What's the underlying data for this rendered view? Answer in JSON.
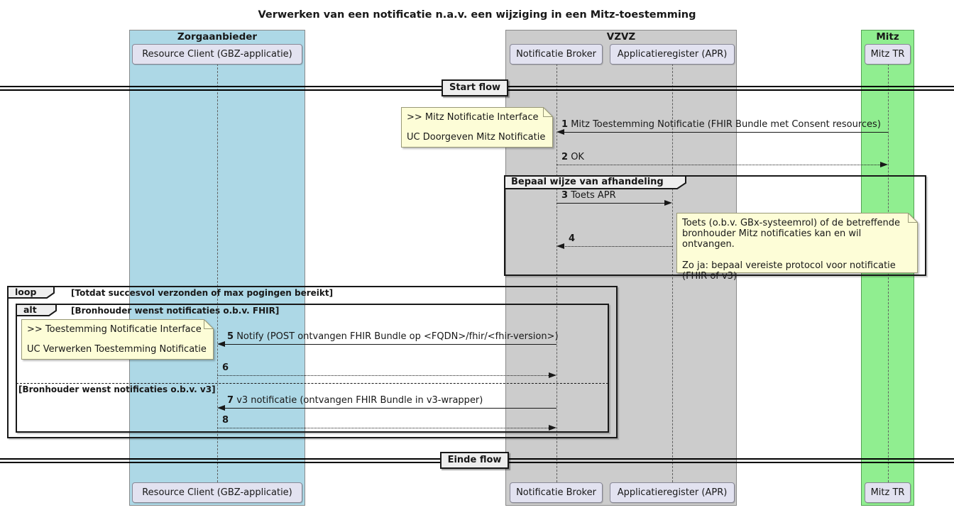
{
  "title": "Verwerken van een notificatie n.a.v. een wijziging in een Mitz-toestemming",
  "actor_groups": {
    "zorgaanbieder": {
      "label": "Zorgaanbieder",
      "color": "#ADD8E6"
    },
    "vzvz": {
      "label": "VZVZ",
      "color": "#CCCCCC"
    },
    "mitz": {
      "label": "Mitz",
      "color": "#90EE90"
    }
  },
  "participants": {
    "resource_client": "Resource Client (GBZ-applicatie)",
    "notificatie_broker": "Notificatie Broker",
    "applicatieregister": "Applicatieregister (APR)",
    "mitz_tr": "Mitz TR"
  },
  "dividers": {
    "start": "Start flow",
    "end": "Einde flow"
  },
  "frames": {
    "group": {
      "label": "Bepaal wijze van afhandeling"
    },
    "loop": {
      "keyword": "loop",
      "condition": "[Totdat succesvol verzonden of max pogingen bereikt]"
    },
    "alt": {
      "keyword": "alt",
      "condition": "[Bronhouder wenst notificaties o.b.v. FHIR]",
      "else_condition": "[Bronhouder wenst notificaties o.b.v. v3]"
    }
  },
  "notes": {
    "mitz_notificatie": ">> Mitz Notificatie Interface\n\nUC Doorgeven Mitz Notificatie",
    "toets_apr": "Toets (o.b.v. GBx-systeemrol) of de betreffende\nbronhouder Mitz notificaties kan en wil ontvangen.\n\nZo ja: bepaal vereiste protocol voor notificatie\n(FHIR of v3)",
    "toestemming_notificatie": ">> Toestemming Notificatie Interface\n\nUC Verwerken Toestemming Notificatie"
  },
  "messages": [
    {
      "num": "1",
      "text": "Mitz Toestemming Notificatie (FHIR Bundle met Consent resources)"
    },
    {
      "num": "2",
      "text": "OK"
    },
    {
      "num": "3",
      "text": "Toets APR"
    },
    {
      "num": "4",
      "text": ""
    },
    {
      "num": "5",
      "text": "Notify (POST ontvangen FHIR Bundle op <FQDN>/fhir/<fhir-version>)"
    },
    {
      "num": "6",
      "text": ""
    },
    {
      "num": "7",
      "text": "v3 notificatie (ontvangen FHIR Bundle in v3-wrapper)"
    },
    {
      "num": "8",
      "text": ""
    }
  ],
  "colors": {
    "participant_bg": "#E2E2F0",
    "note_bg": "#FDFDD7",
    "frame_label_bg": "#EEEEEE",
    "line": "#181818"
  }
}
